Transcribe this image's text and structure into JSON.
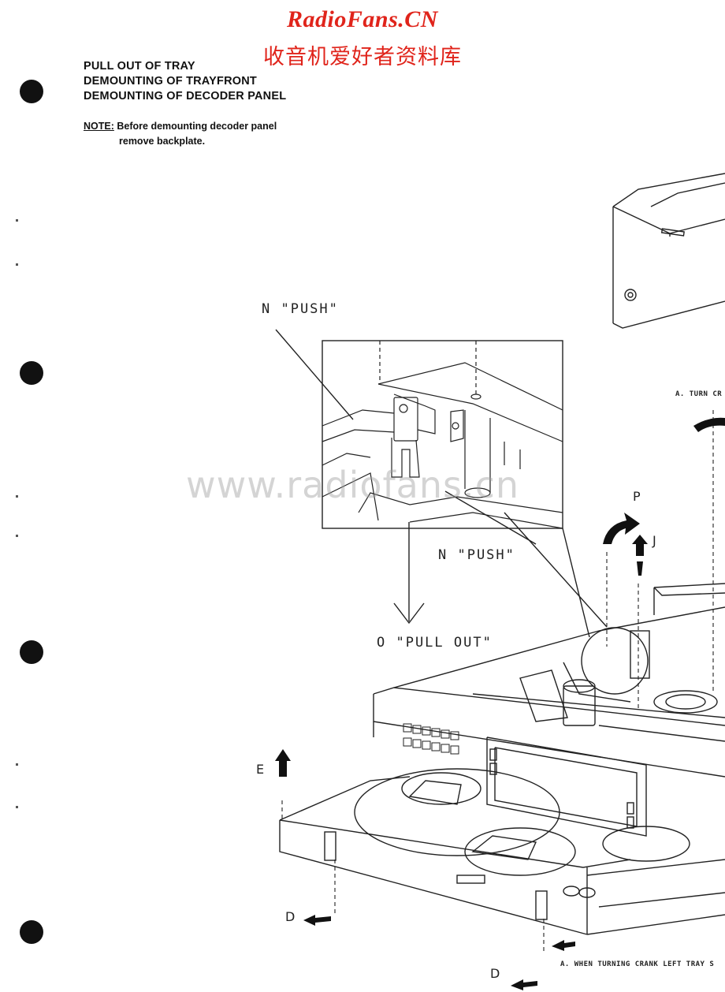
{
  "header": {
    "site_name": "RadioFans.CN",
    "site_subtitle": "收音机爱好者资料库"
  },
  "headings": [
    "PULL OUT OF TRAY",
    "DEMOUNTING OF TRAYFRONT",
    "DEMOUNTING OF DECODER PANEL"
  ],
  "note": {
    "label": "NOTE:",
    "line1": "Before demounting decoder panel",
    "line2": "remove backplate."
  },
  "callouts": {
    "push_top": "N \"PUSH\"",
    "push_bottom": "N \"PUSH\"",
    "pull_out": "O \"PULL OUT\"",
    "turn_crank": "A. TURN CR",
    "when_turning": "A. WHEN TURNING CRANK LEFT TRAY S",
    "p": "P",
    "j": "J",
    "e": "E",
    "d1": "D",
    "d2": "D"
  },
  "watermark": "www.radiofans.cn"
}
